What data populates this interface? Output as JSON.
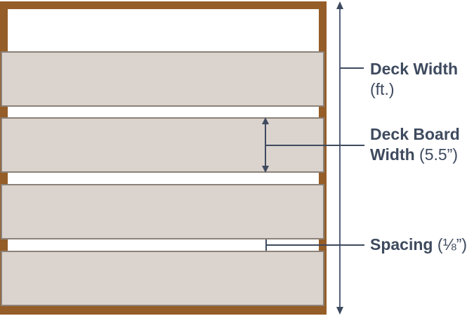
{
  "diagram": {
    "colors": {
      "frame": "#955d27",
      "board_fill": "#dbd3ce",
      "board_border": "#8b8178",
      "annotation": "#3e4a5e",
      "background": "#ffffff"
    },
    "boards_count": 4,
    "labels": {
      "deck_width": {
        "title": "Deck Width",
        "unit": "(ft.)"
      },
      "board_width": {
        "title_line1": "Deck Board",
        "title_line2": "Width",
        "value": "(5.5”)"
      },
      "spacing": {
        "title": "Spacing",
        "value": "(⅛”)"
      }
    }
  }
}
